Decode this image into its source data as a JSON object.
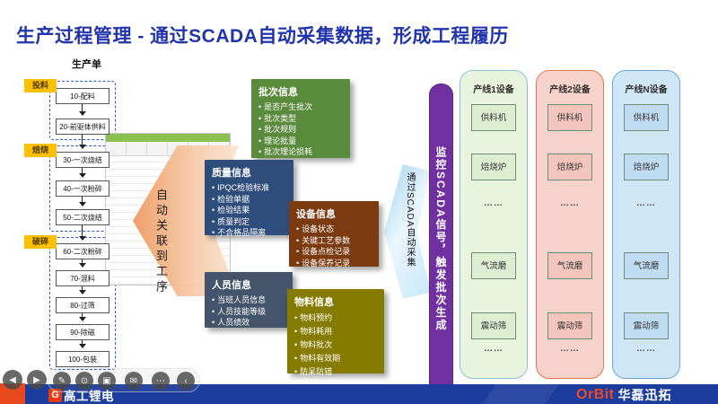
{
  "title": "生产过程管理 - 通过SCADA自动采集数据，形成工程履历",
  "flowchart": {
    "label": "生产单",
    "groups": [
      {
        "tag": "投料",
        "steps": [
          "10-配料",
          "20-前驱体供料"
        ]
      },
      {
        "tag": "焙烧",
        "steps": [
          "30-一次烧结",
          "40-一次粉碎",
          "50-二次烧结"
        ]
      },
      {
        "tag": "破碎",
        "steps": [
          "60-二次粉碎",
          "70-混料",
          "80-过筛",
          "90-除磁",
          "100-包装"
        ]
      }
    ]
  },
  "center": {
    "assoc_arrow_text": "自动关联到工序",
    "info_boxes": [
      {
        "title": "批次信息",
        "color": "#5a8a3c",
        "items": [
          "是否产生批次",
          "批次类型",
          "批次规则",
          "理论批量",
          "批次理论损耗"
        ]
      },
      {
        "title": "质量信息",
        "color": "#2e4d7b",
        "items": [
          "IPQC检验标准",
          "检验单据",
          "检验结果",
          "质量判定",
          "不合格品隔离"
        ]
      },
      {
        "title": "设备信息",
        "color": "#7b3a10",
        "items": [
          "设备状态",
          "关键工艺参数",
          "设备点检记录",
          "设备保养记录"
        ]
      },
      {
        "title": "人员信息",
        "color": "#44546a",
        "items": [
          "当班人员信息",
          "人员技能等级",
          "人员绩效"
        ]
      },
      {
        "title": "物料信息",
        "color": "#857b00",
        "items": [
          "物料预约",
          "物料耗用",
          "物料批次",
          "物料有效期",
          "防呆防错"
        ]
      }
    ]
  },
  "scada": {
    "monitor_bar_text": "监控SCADA信号，触发批次生成",
    "collect_arrow_text": "通过SCADA自动采集"
  },
  "lines": [
    {
      "title": "产线1设备",
      "devices": [
        "供料机",
        "焙烧炉",
        "……",
        "气流磨",
        "震动筛",
        "……"
      ]
    },
    {
      "title": "产线2设备",
      "devices": [
        "供料机",
        "焙烧炉",
        "……",
        "气流磨",
        "震动筛",
        "……"
      ]
    },
    {
      "title": "产线N设备",
      "devices": [
        "供料机",
        "焙烧炉",
        "……",
        "气流磨",
        "震动筛",
        "……"
      ]
    }
  ],
  "footer": {
    "left_logo": {
      "mark": "G",
      "name": "高工锂电"
    },
    "right_logo": {
      "brand": "OrBit",
      "name": "华磊迅拓"
    }
  },
  "toolbar": {
    "items": [
      {
        "name": "previous",
        "glyph": "◀"
      },
      {
        "name": "next",
        "glyph": "▶"
      },
      {
        "name": "pen",
        "glyph": "✎"
      },
      {
        "name": "laser-pointer",
        "glyph": "⊙"
      },
      {
        "name": "record",
        "glyph": "▣"
      },
      {
        "name": "comment",
        "glyph": "✉"
      },
      {
        "name": "more",
        "glyph": "⋯"
      },
      {
        "name": "collapse",
        "glyph": "‹"
      }
    ]
  },
  "palette": {
    "title_blue": "#2133ad",
    "accent_yellow": "#ffc000",
    "scada_purple": "#7030a0",
    "line1_fill": "#e9f4df",
    "line2_fill": "#f6d2ca",
    "line3_fill": "#cfe6f6",
    "footer_blue": "#1d3d9e",
    "logo_red": "#e84a1d",
    "orbit_orange": "#f04a23"
  }
}
